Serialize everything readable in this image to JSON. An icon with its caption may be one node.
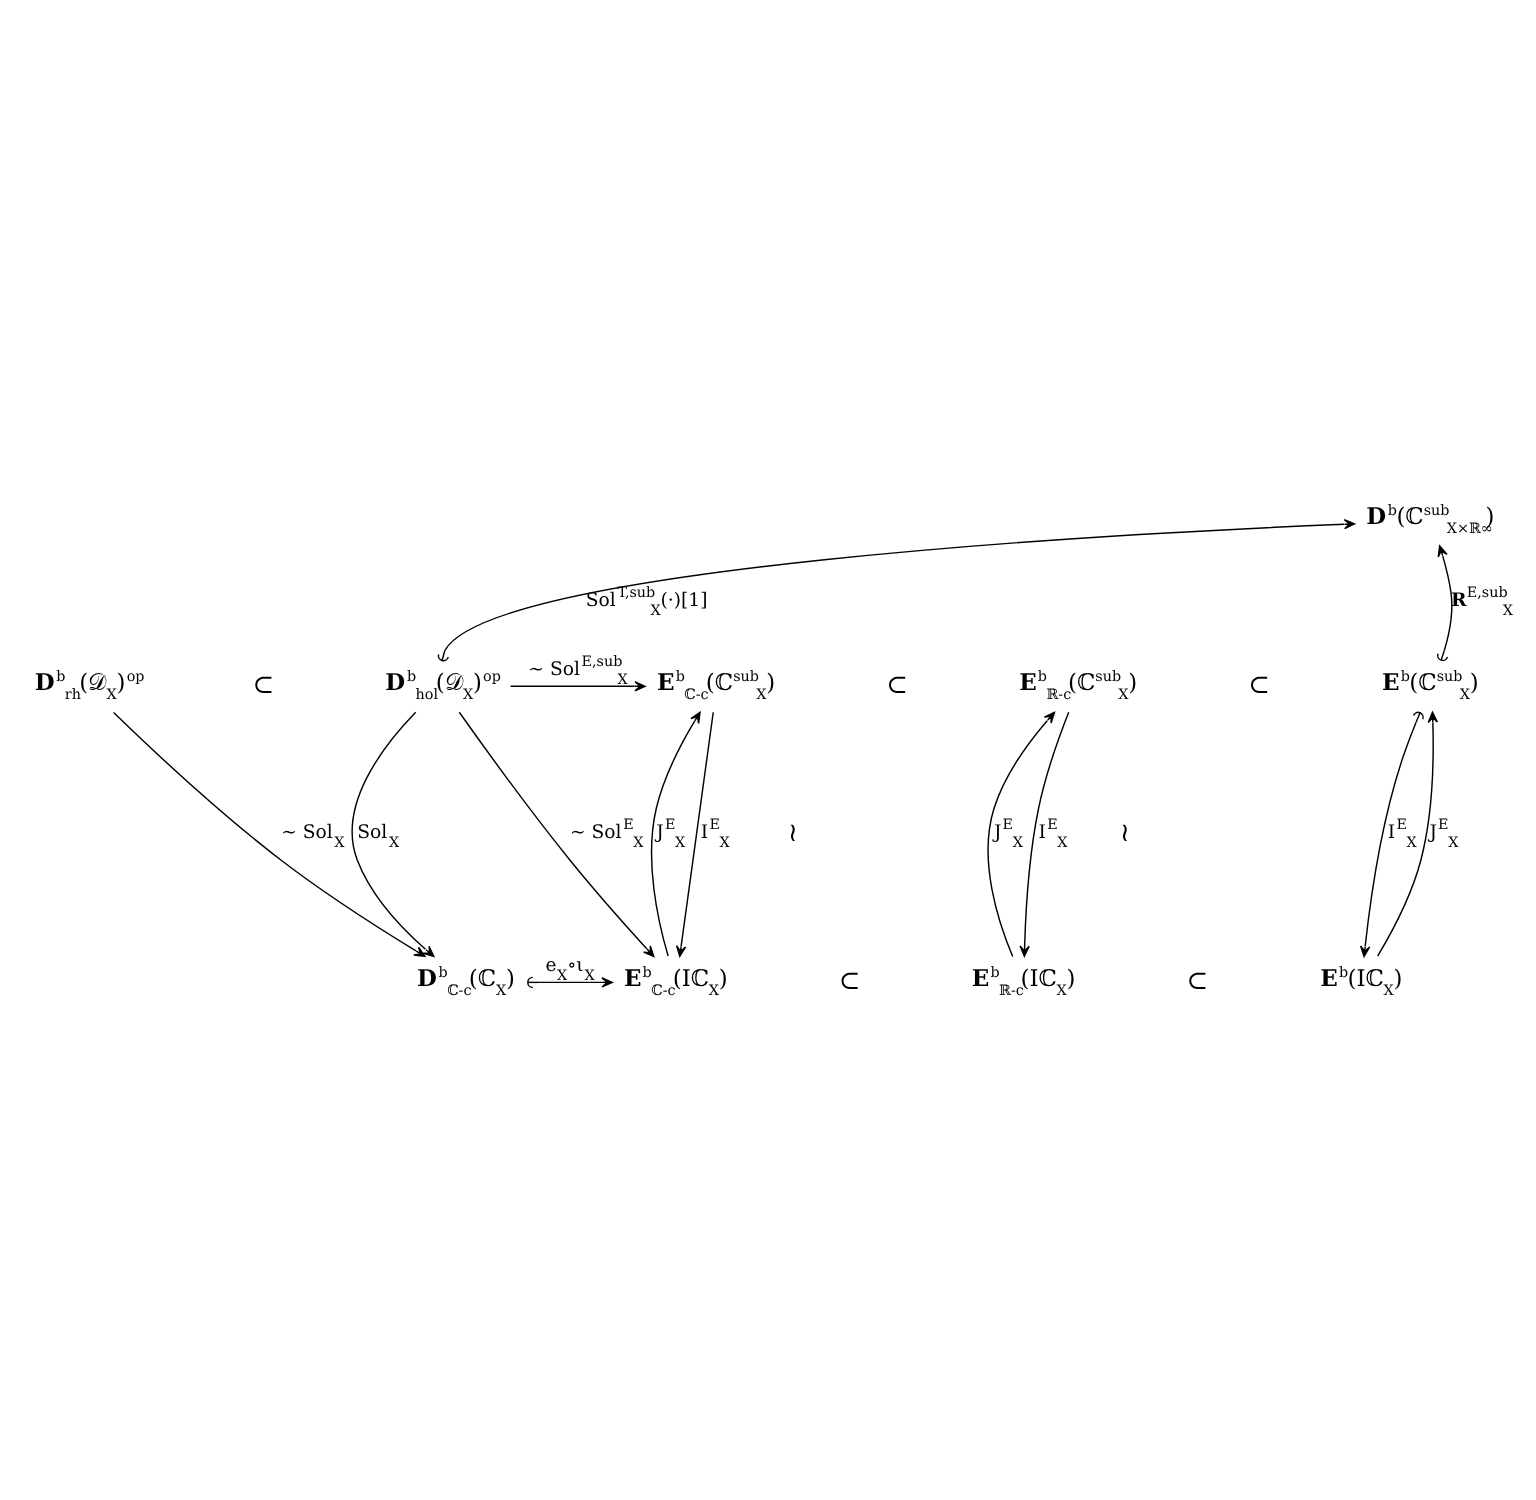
{
  "diagram": {
    "nodes": [
      {
        "text": [
          "**D**$^{b}$$_{rh}$(𝒟$_{X}$)$^{op}$"
        ]
      },
      {
        "text": [
          "**D**$^{b}$$_{hol}$(𝒟$_{X}$)$^{op}$"
        ]
      },
      {
        "text": [
          "**E**$^{b}$$_{ℂ-c}$(ℂ$^{sub}$$_{X}$)"
        ]
      },
      {
        "text": [
          "**E**$^{b}$$_{ℝ-c}$(ℂ$^{sub}$$_{X}$)"
        ]
      },
      {
        "text": [
          "**E**$^{b}$(ℂ$^{sub}$$_{X}$)"
        ]
      },
      {
        "text": [
          "**D**$^{b}$(ℂ$^{sub}$$_{X×ℝ∞}$)"
        ]
      },
      {
        "text": [
          "**D**$^{b}$$_{ℂ-c}$(ℂ$_{X}$)"
        ]
      },
      {
        "text": [
          "**E**$^{b}$$_{ℂ-c}$(Iℂ$_{X}$)"
        ]
      },
      {
        "text": [
          "**E**$^{b}$$_{ℝ-c}$(Iℂ$_{X}$)"
        ]
      },
      {
        "text": [
          "**E**$^{b}$(Iℂ$_{X}$)"
        ]
      }
    ],
    "edges": [
      {
        "from": 0,
        "to": 6,
        "arrow": "to",
        "label": "∼ Sol$_{X}$"
      },
      {
        "from": 1,
        "to": 2,
        "arrow": "to",
        "label": "∼ Sol$^{E,sub}$$_{X}$"
      },
      {
        "from": 1,
        "to": 5,
        "arrow": "to",
        "label": "Sol$^{T,sub}$$_{X}$(·)[1]"
      },
      {
        "from": 1,
        "to": 6,
        "arrow": "to",
        "label": "Sol$_{X}$"
      },
      {
        "from": 1,
        "to": 7,
        "arrow": "to",
        "label": "∼ Sol$^{E}$$_{X}$"
      },
      {
        "from": 6,
        "to": 7,
        "arrow": "to",
        "label": "e$_{X}$∘ι$_{X}$"
      },
      {
        "from": 2,
        "to": 7,
        "arrow": "to",
        "label": "I$^{E}$$_{X}$"
      },
      {
        "from": 7,
        "to": 2,
        "arrow": "to",
        "label": "J$^{E}$$_{X}$"
      },
      {
        "from": 3,
        "to": 8,
        "arrow": "to",
        "label": "I$^{E}$$_{X}$"
      },
      {
        "from": 8,
        "to": 3,
        "arrow": "to",
        "label": "J$^{E}$$_{X}$"
      },
      {
        "from": 4,
        "to": 9,
        "arrow": "to",
        "label": "I$^{E}$$_{X}$"
      },
      {
        "from": 9,
        "to": 4,
        "arrow": "to",
        "label": "J$^{E}$$_{X}$"
      },
      {
        "from": 4,
        "to": 5,
        "arrow": "to",
        "label": "**R**$^{E,sub}$$_{X}$"
      }
    ],
    "labels": [
      "⊂",
      "⊂",
      "⊂",
      "≀",
      "≀",
      "⊂",
      "⊂"
    ]
  }
}
